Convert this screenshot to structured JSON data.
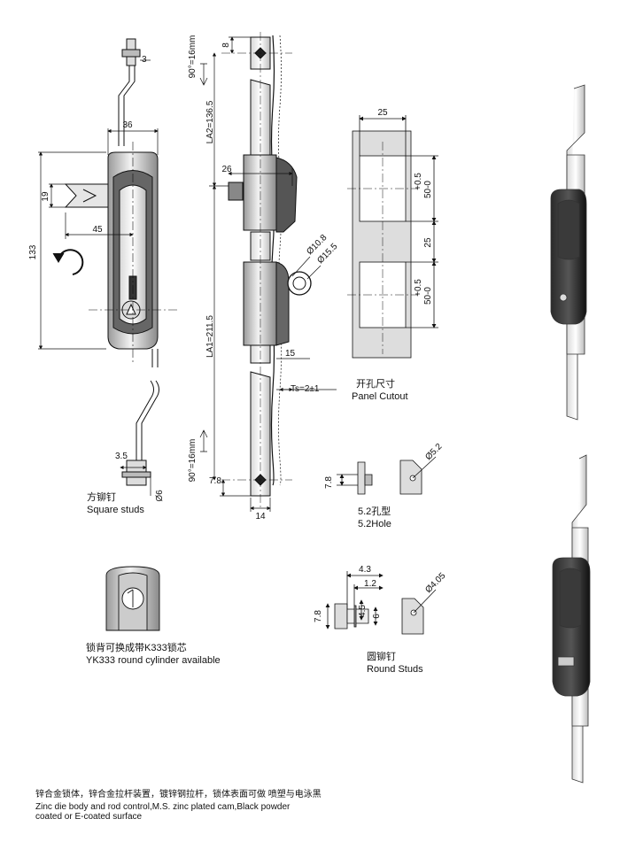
{
  "dimensions": {
    "front": {
      "width_36": "36",
      "dim_19": "19",
      "dim_45": "45",
      "height_133": "133",
      "stud_3": "3"
    },
    "side": {
      "top_8": "8",
      "top_angle": "90°=16mm",
      "la2": "LA2=136.5",
      "dim_26": "26",
      "la1": "LA1=211.5",
      "dia_108": "Ø10.8",
      "dia_155": "Ø15.5",
      "dim_15": "15",
      "ts": "Ts=2±1",
      "bottom_angle": "90°=16mm",
      "bottom_78": "7.8",
      "width_14": "14"
    },
    "cutout": {
      "w25": "25",
      "tol_upper": "+0.5",
      "dim_upper": "50-0",
      "gap_25": "25",
      "tol_lower": "+0.5",
      "dim_lower": "50-0"
    },
    "square_stud": {
      "d35": "3.5",
      "d6": "Ø6"
    },
    "hole52": {
      "d78": "7.8",
      "dia": "Ø5.2"
    },
    "round_stud": {
      "d43": "4.3",
      "d12": "1.2",
      "d45": "4.5",
      "d6": "6",
      "d78": "7.8",
      "dia": "Ø4.05"
    }
  },
  "labels": {
    "square_studs_cn": "方铆钉",
    "square_studs_en": "Square studs",
    "panel_cutout_cn": "开孔尺寸",
    "panel_cutout_en": "Panel Cutout",
    "hole_cn": "5.2孔型",
    "hole_en": "5.2Hole",
    "cylinder_cn": "锁背可换成带K333锁芯",
    "cylinder_en": "YK333 round cylinder available",
    "round_studs_cn": "圆铆钉",
    "round_studs_en": "Round Studs"
  },
  "footer": {
    "cn": "锌合金锁体，锌合金拉杆装置，镀锌钢拉杆，锁体表面可做 喷塑与电泳黑",
    "en1": "Zinc die  body and rod control,M.S. zinc plated  cam,Black powder",
    "en2": "coated or E-coated surface"
  }
}
